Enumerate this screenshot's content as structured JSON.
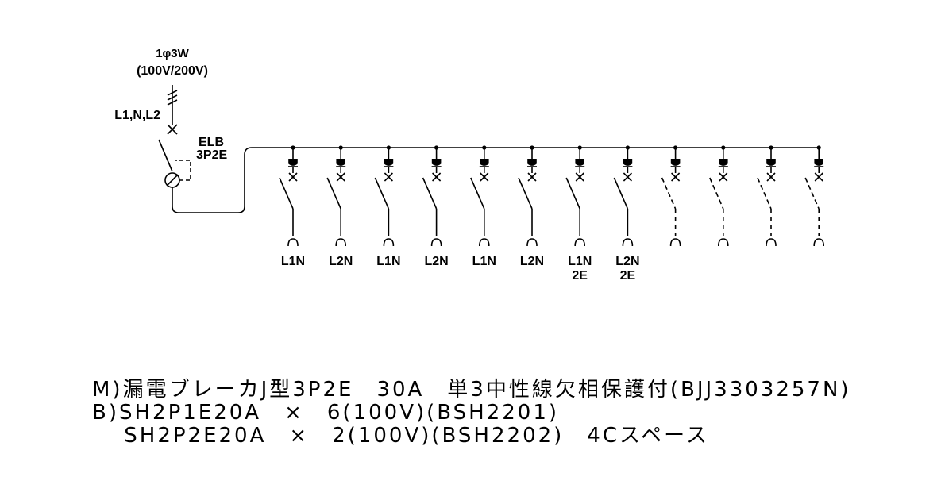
{
  "source": {
    "system": "1φ3W",
    "voltage": "(100V/200V)",
    "conductors": "L1,N,L2"
  },
  "main_breaker": {
    "type": "ELB",
    "poles": "3P2E"
  },
  "branch_circuits": [
    {
      "top": "L1N",
      "bottom": "",
      "spare": false
    },
    {
      "top": "L2N",
      "bottom": "",
      "spare": false
    },
    {
      "top": "L1N",
      "bottom": "",
      "spare": false
    },
    {
      "top": "L2N",
      "bottom": "",
      "spare": false
    },
    {
      "top": "L1N",
      "bottom": "",
      "spare": false
    },
    {
      "top": "L2N",
      "bottom": "",
      "spare": false
    },
    {
      "top": "L1N",
      "bottom": "2E",
      "spare": false
    },
    {
      "top": "L2N",
      "bottom": "2E",
      "spare": false
    },
    {
      "top": "",
      "bottom": "",
      "spare": true
    },
    {
      "top": "",
      "bottom": "",
      "spare": true
    },
    {
      "top": "",
      "bottom": "",
      "spare": true
    },
    {
      "top": "",
      "bottom": "",
      "spare": true
    }
  ],
  "spec_lines": [
    "M)漏電ブレーカJ型3P2E　30A　単3中性線欠相保護付(BJJ3303257N)",
    "B)SH2P1E20A　×　6(100V)(BSH2201)",
    "　 SH2P2E20A　×　2(100V)(BSH2202)　4Cスペース"
  ],
  "colors": {
    "line": "#000000",
    "background": "#ffffff"
  }
}
